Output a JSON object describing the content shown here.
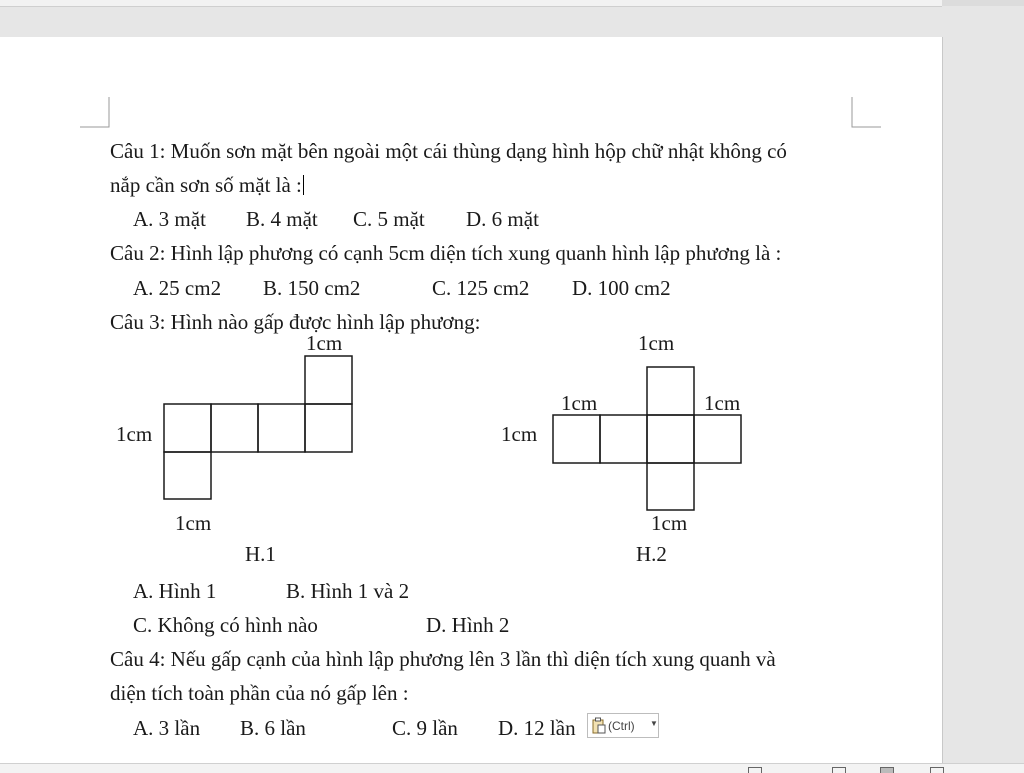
{
  "q1": {
    "line1": "Câu 1: Muốn sơn mặt bên ngoài một cái thùng dạng hình hộp chữ nhật không có",
    "line2": "nắp cần sơn số mặt là :",
    "a": "A. 3 mặt",
    "b": "B. 4 mặt",
    "c": "C. 5 mặt",
    "d": "D. 6 mặt"
  },
  "q2": {
    "line1": "Câu 2: Hình lập phương có cạnh 5cm diện tích xung quanh hình lập phương là :",
    "a": "A. 25 cm2",
    "b": "B. 150 cm2",
    "c": "C. 125 cm2",
    "d": "D. 100 cm2"
  },
  "q3": {
    "line1": "Câu 3: Hình nào gấp được hình lập phương:",
    "fig1": {
      "top": "1cm",
      "left": "1cm",
      "bottom": "1cm",
      "caption": "H.1"
    },
    "fig2": {
      "top": "1cm",
      "top_left": "1cm",
      "top_right": "1cm",
      "left": "1cm",
      "bottom": "1cm",
      "caption": "H.2"
    },
    "a": "A. Hình 1",
    "b": "B. Hình 1 và 2",
    "c": "C. Không có hình nào",
    "d": "D. Hình 2"
  },
  "q4": {
    "line1": "Câu 4: Nếu gấp cạnh của hình lập phương lên 3 lần thì diện tích xung quanh và",
    "line2": "diện tích toàn phần của nó gấp lên :",
    "a": "A. 3 lần",
    "b": "B. 6 lần",
    "c": "C. 9 lần",
    "d": "D. 12 lần"
  },
  "paste_options": {
    "label": "(Ctrl)",
    "icon": "clipboard-icon"
  }
}
